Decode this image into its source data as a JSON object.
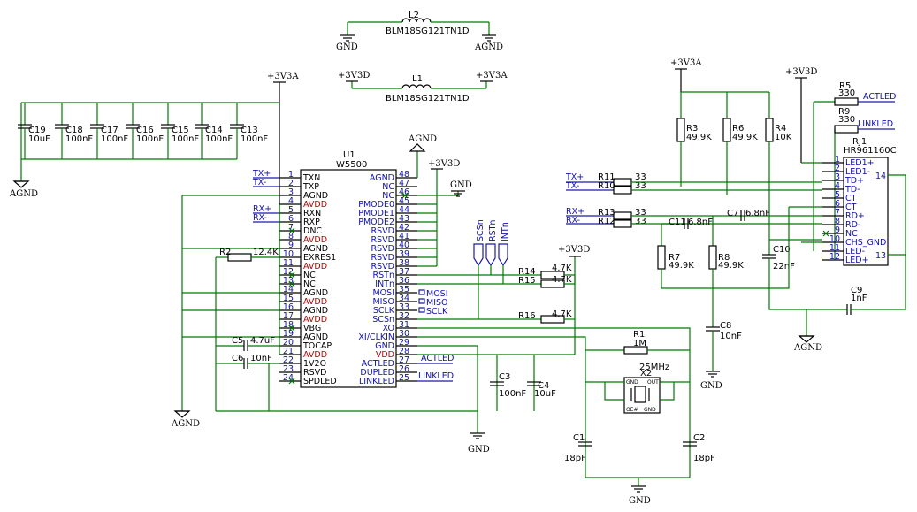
{
  "rails": {
    "v3a": "+3V3A",
    "v3d": "+3V3D",
    "agnd": "AGND",
    "gnd": "GND"
  },
  "inductors": {
    "l2": {
      "ref": "L2",
      "part": "BLM18SG121TN1D"
    },
    "l1": {
      "ref": "L1",
      "part": "BLM18SG121TN1D"
    }
  },
  "decoupling": [
    {
      "ref": "C19",
      "value": "10uF"
    },
    {
      "ref": "C18",
      "value": "100nF"
    },
    {
      "ref": "C17",
      "value": "100nF"
    },
    {
      "ref": "C16",
      "value": "100nF"
    },
    {
      "ref": "C15",
      "value": "100nF"
    },
    {
      "ref": "C14",
      "value": "100nF"
    },
    {
      "ref": "C13",
      "value": "100nF"
    }
  ],
  "u1": {
    "ref": "U1",
    "part": "W5500",
    "left_pins": [
      {
        "num": "1",
        "name": "TXN"
      },
      {
        "num": "2",
        "name": "TXP"
      },
      {
        "num": "3",
        "name": "AGND"
      },
      {
        "num": "4",
        "name": "AVDD"
      },
      {
        "num": "5",
        "name": "RXN"
      },
      {
        "num": "6",
        "name": "RXP"
      },
      {
        "num": "7",
        "name": "DNC"
      },
      {
        "num": "8",
        "name": "AVDD"
      },
      {
        "num": "9",
        "name": "AGND"
      },
      {
        "num": "10",
        "name": "EXRES1"
      },
      {
        "num": "11",
        "name": "AVDD"
      },
      {
        "num": "12",
        "name": "NC"
      },
      {
        "num": "13",
        "name": "NC"
      },
      {
        "num": "14",
        "name": "AGND"
      },
      {
        "num": "15",
        "name": "AVDD"
      },
      {
        "num": "16",
        "name": "AGND"
      },
      {
        "num": "17",
        "name": "AVDD"
      },
      {
        "num": "18",
        "name": "VBG"
      },
      {
        "num": "19",
        "name": "AGND"
      },
      {
        "num": "20",
        "name": "TOCAP"
      },
      {
        "num": "21",
        "name": "AVDD"
      },
      {
        "num": "22",
        "name": "1V2O"
      },
      {
        "num": "23",
        "name": "RSVD"
      },
      {
        "num": "24",
        "name": "SPDLED"
      }
    ],
    "right_pins": [
      {
        "num": "48",
        "name": "AGND"
      },
      {
        "num": "47",
        "name": "NC"
      },
      {
        "num": "46",
        "name": "NC"
      },
      {
        "num": "45",
        "name": "PMODE0"
      },
      {
        "num": "44",
        "name": "PMODE1"
      },
      {
        "num": "43",
        "name": "PMODE2"
      },
      {
        "num": "42",
        "name": "RSVD"
      },
      {
        "num": "41",
        "name": "RSVD"
      },
      {
        "num": "40",
        "name": "RSVD"
      },
      {
        "num": "39",
        "name": "RSVD"
      },
      {
        "num": "38",
        "name": "RSVD"
      },
      {
        "num": "37",
        "name": "RSTn"
      },
      {
        "num": "36",
        "name": "INTn"
      },
      {
        "num": "35",
        "name": "MOSI"
      },
      {
        "num": "34",
        "name": "MISO"
      },
      {
        "num": "33",
        "name": "SCLK"
      },
      {
        "num": "32",
        "name": "SCSn"
      },
      {
        "num": "31",
        "name": "XO"
      },
      {
        "num": "30",
        "name": "XI/CLKIN"
      },
      {
        "num": "29",
        "name": "GND"
      },
      {
        "num": "28",
        "name": "VDD"
      },
      {
        "num": "27",
        "name": "ACTLED"
      },
      {
        "num": "26",
        "name": "DUPLED"
      },
      {
        "num": "25",
        "name": "LINKLED"
      }
    ]
  },
  "nets": {
    "txp": "TX+",
    "txn": "TX-",
    "rxp": "RX+",
    "rxn": "RX-",
    "actled": "ACTLED",
    "linkled": "LINKLED",
    "mosi": "MOSI",
    "miso": "MISO",
    "sclk": "SCLK",
    "scsn": "SCSn",
    "rstn": "RSTn",
    "intn": "INTn"
  },
  "parts": {
    "r2": {
      "ref": "R2",
      "value": "12.4K"
    },
    "c5": {
      "ref": "C5",
      "value": "4.7uF"
    },
    "c6": {
      "ref": "C6",
      "value": "10nF"
    },
    "r14": {
      "ref": "R14",
      "value": "4.7K"
    },
    "r15": {
      "ref": "R15",
      "value": "4.7K"
    },
    "r16": {
      "ref": "R16",
      "value": "4.7K"
    },
    "c3": {
      "ref": "C3",
      "value": "100nF"
    },
    "c4": {
      "ref": "C4",
      "value": "10uF"
    },
    "r1": {
      "ref": "R1",
      "value": "1M"
    },
    "x2": {
      "ref": "X2",
      "value": "25MHz",
      "pin_gnd": "GND",
      "pin_out": "OUT",
      "pin_oe": "OE#",
      "pin_gnd2": "GND"
    },
    "c1": {
      "ref": "C1",
      "value": "18pF"
    },
    "c2": {
      "ref": "C2",
      "value": "18pF"
    },
    "r3": {
      "ref": "R3",
      "value": "49.9K"
    },
    "r6": {
      "ref": "R6",
      "value": "49.9K"
    },
    "r4": {
      "ref": "R4",
      "value": "10K"
    },
    "r5": {
      "ref": "R5",
      "value": "330"
    },
    "r9": {
      "ref": "R9",
      "value": "330"
    },
    "r11": {
      "ref": "R11",
      "value": "33"
    },
    "r10": {
      "ref": "R10",
      "value": "33"
    },
    "r13": {
      "ref": "R13",
      "value": "33"
    },
    "r12": {
      "ref": "R12",
      "value": "33"
    },
    "c11": {
      "ref": "C11",
      "value": "6.8nF"
    },
    "c7": {
      "ref": "C7",
      "value": "6.8nF"
    },
    "r7": {
      "ref": "R7",
      "value": "49.9K"
    },
    "r8": {
      "ref": "R8",
      "value": "49.9K"
    },
    "c10": {
      "ref": "C10",
      "value": "22nF"
    },
    "c8": {
      "ref": "C8",
      "value": "10nF"
    },
    "c9": {
      "ref": "C9",
      "value": "1nF"
    }
  },
  "rj1": {
    "ref": "RJ1",
    "part": "HR961160C",
    "pins": [
      {
        "num": "1",
        "name": "LED1+"
      },
      {
        "num": "2",
        "name": "LED1-"
      },
      {
        "num": "3",
        "name": "TD+"
      },
      {
        "num": "4",
        "name": "TD-"
      },
      {
        "num": "5",
        "name": "CT"
      },
      {
        "num": "6",
        "name": "CT"
      },
      {
        "num": "7",
        "name": "RD+"
      },
      {
        "num": "8",
        "name": "RD-"
      },
      {
        "num": "9",
        "name": "NC"
      },
      {
        "num": "10",
        "name": "CHS_GND"
      },
      {
        "num": "11",
        "name": "LED-"
      },
      {
        "num": "12",
        "name": "LED+"
      }
    ],
    "side_pins": [
      "14",
      "13"
    ]
  }
}
